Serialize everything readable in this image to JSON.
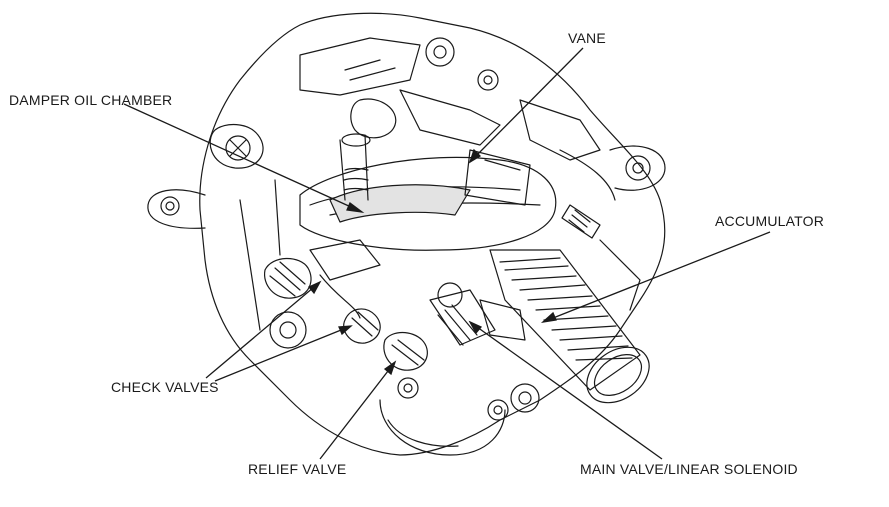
{
  "labels": {
    "damper_oil_chamber": "DAMPER OIL CHAMBER",
    "vane": "VANE",
    "accumulator": "ACCUMULATOR",
    "check_valves": "CHECK VALVES",
    "relief_valve": "RELIEF VALVE",
    "main_valve_linear_solenoid": "MAIN VALVE/LINEAR SOLENOID"
  },
  "colors": {
    "line": "#1a1a1a",
    "shade": "#d9d9d9",
    "background": "#ffffff"
  }
}
